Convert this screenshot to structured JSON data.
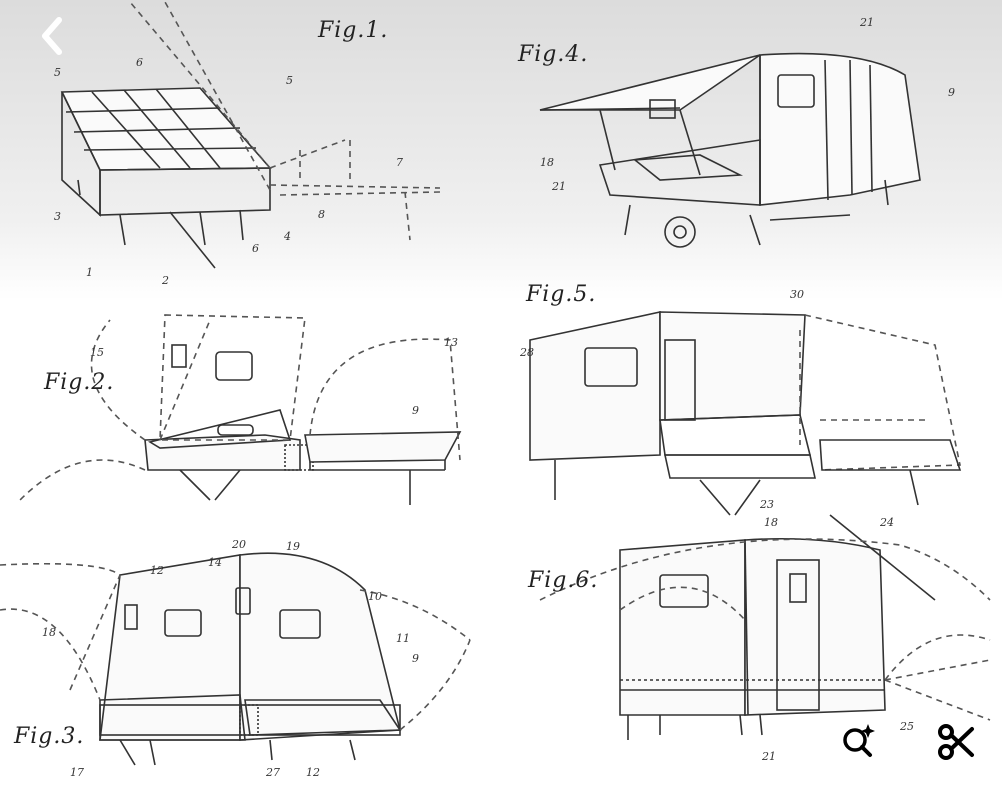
{
  "viewer": {
    "back_icon": "chevron-left-icon",
    "tools": [
      {
        "icon": "visual-lookup-icon"
      },
      {
        "icon": "scissors-icon"
      }
    ]
  },
  "figures": {
    "fig1": "Fig.1.",
    "fig2": "Fig.2.",
    "fig3": "Fig.3.",
    "fig4": "Fig.4.",
    "fig5": "Fig.5.",
    "fig6": "Fig.6."
  },
  "numbers": {
    "n5a": "5",
    "n6a": "6",
    "n5b": "5",
    "n7": "7",
    "n8": "8",
    "n3": "3",
    "n1": "1",
    "n2": "2",
    "n6b": "6",
    "n4": "4",
    "n15": "15",
    "n13": "13",
    "n9a": "9",
    "n18a": "18",
    "n12": "12",
    "n14": "14",
    "n20": "20",
    "n19": "19",
    "n11": "11",
    "n10": "10",
    "n9b": "9",
    "n17": "17",
    "n27": "27",
    "n12b": "12",
    "n21a": "21",
    "n9c": "9",
    "n18b": "18",
    "n21b": "21",
    "n30": "30",
    "n28": "28",
    "n23": "23",
    "n18c": "18",
    "n24": "24",
    "n25": "25",
    "n21c": "21"
  }
}
